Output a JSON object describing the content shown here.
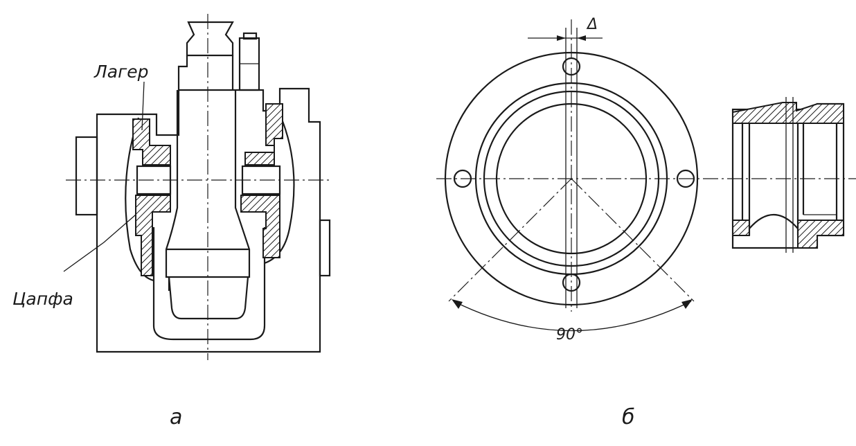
{
  "figure_a": {
    "label_bearing": "Лагер",
    "label_trunnion": "Цапфа",
    "caption": "a"
  },
  "figure_b": {
    "label_delta": "Δ",
    "label_angle": "90°",
    "caption": "б"
  }
}
